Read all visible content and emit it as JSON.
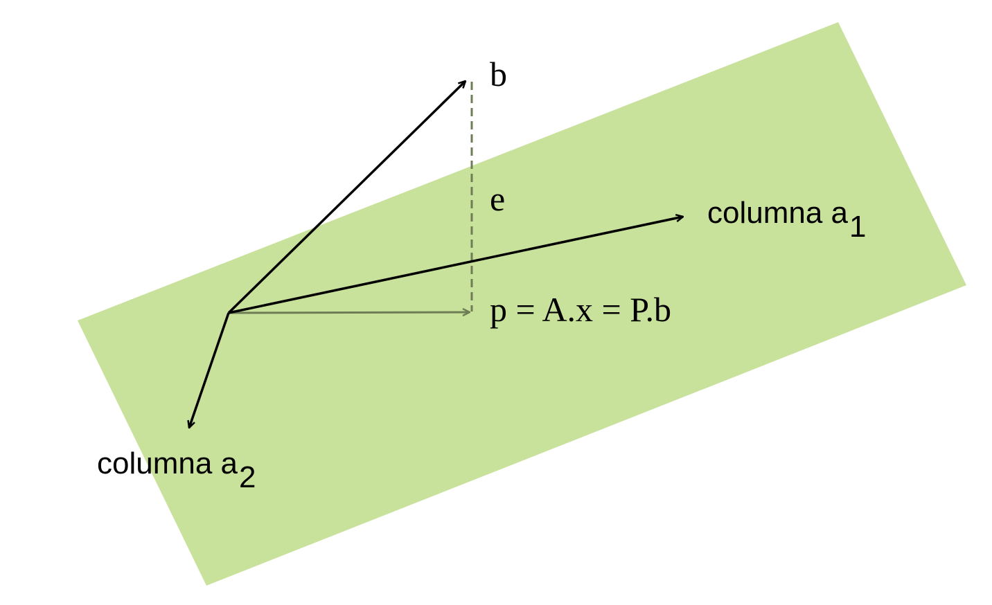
{
  "diagram": {
    "colors": {
      "plane_fill": "#c8e19b",
      "vector_stroke": "#000000",
      "projection_stroke": "#6e7d55",
      "error_stroke": "#6e7d55",
      "background": "#ffffff"
    },
    "labels": {
      "b": "b",
      "e": "e",
      "p": "p = A.x = P.b",
      "col1_text": "columna a",
      "col1_sub": "1",
      "col2_text": "columna a",
      "col2_sub": "2"
    }
  }
}
